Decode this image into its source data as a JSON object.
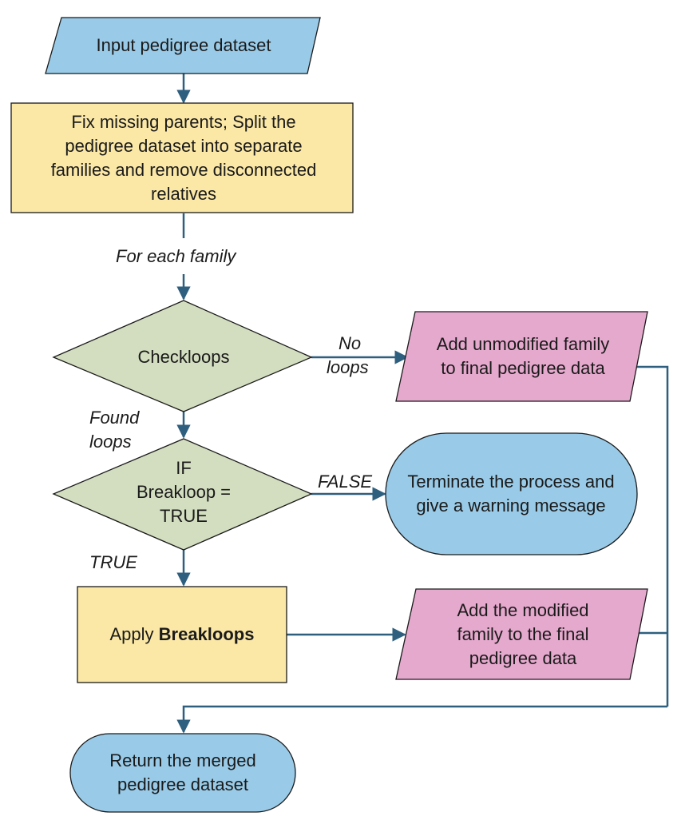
{
  "nodes": {
    "input": "Input pedigree dataset",
    "fix": "Fix missing parents; Split the pedigree dataset into separate families and remove disconnected relatives",
    "checkloops": "Checkloops",
    "add_unmodified": "Add unmodified family to final pedigree data",
    "if_line1": "IF",
    "if_line2": "Breakloop =",
    "if_line3": "TRUE",
    "terminate": "Terminate the process and give a warning message",
    "apply_prefix": "Apply ",
    "apply_bold": "Breakloops",
    "add_modified": "Add the modified family to the final pedigree data",
    "return": "Return the merged pedigree dataset"
  },
  "edges": {
    "for_each": "For each family",
    "no": "No",
    "loops": "loops",
    "found": "Found",
    "found_loops": "loops",
    "false": "FALSE",
    "true": "TRUE"
  },
  "colors": {
    "io_blue": "#99cbe8",
    "process_yellow": "#fbe8a6",
    "decision_green": "#d3dec0",
    "output_pink": "#e6a9ce",
    "connector": "#2e5f7e"
  }
}
